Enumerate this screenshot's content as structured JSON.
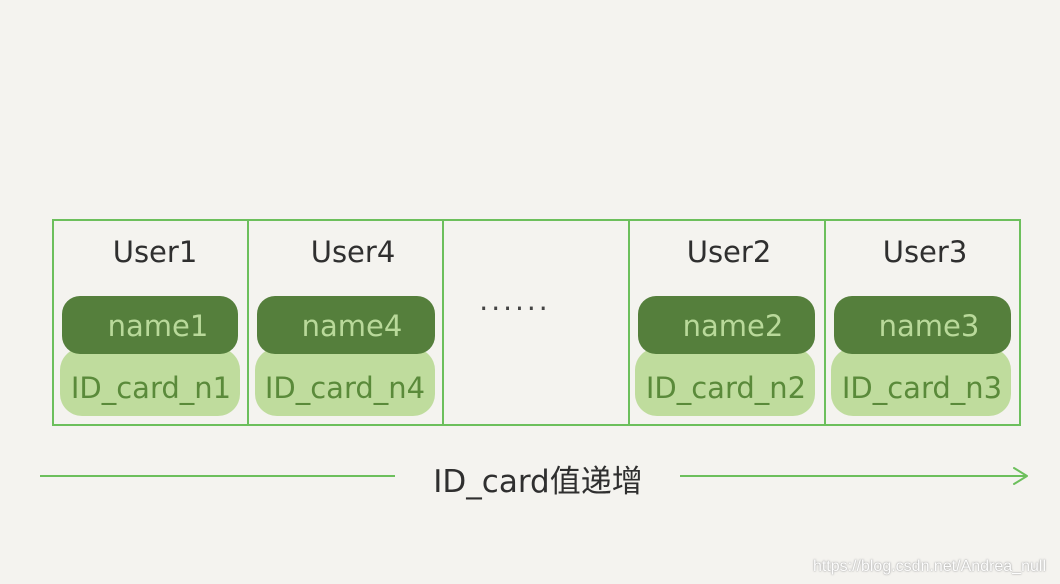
{
  "colors": {
    "background": "#f4f3ef",
    "cell_border": "#6cbf5c",
    "name_fill": "#557f3c",
    "name_text": "#b9d99a",
    "idcard_fill": "#bfdc9d",
    "idcard_text": "#5a8a3a",
    "arrow": "#6cbf5c",
    "text": "#2f2f2f"
  },
  "cells": [
    {
      "user": "User1",
      "name": "name1",
      "id_card": "ID_card_n1"
    },
    {
      "user": "User4",
      "name": "name4",
      "id_card": "ID_card_n4"
    },
    {
      "ellipsis": "······"
    },
    {
      "user": "User2",
      "name": "name2",
      "id_card": "ID_card_n2"
    },
    {
      "user": "User3",
      "name": "name3",
      "id_card": "ID_card_n3"
    }
  ],
  "axis": {
    "label": "ID_card值递增"
  },
  "watermark": "https://blog.csdn.net/Andrea_null"
}
